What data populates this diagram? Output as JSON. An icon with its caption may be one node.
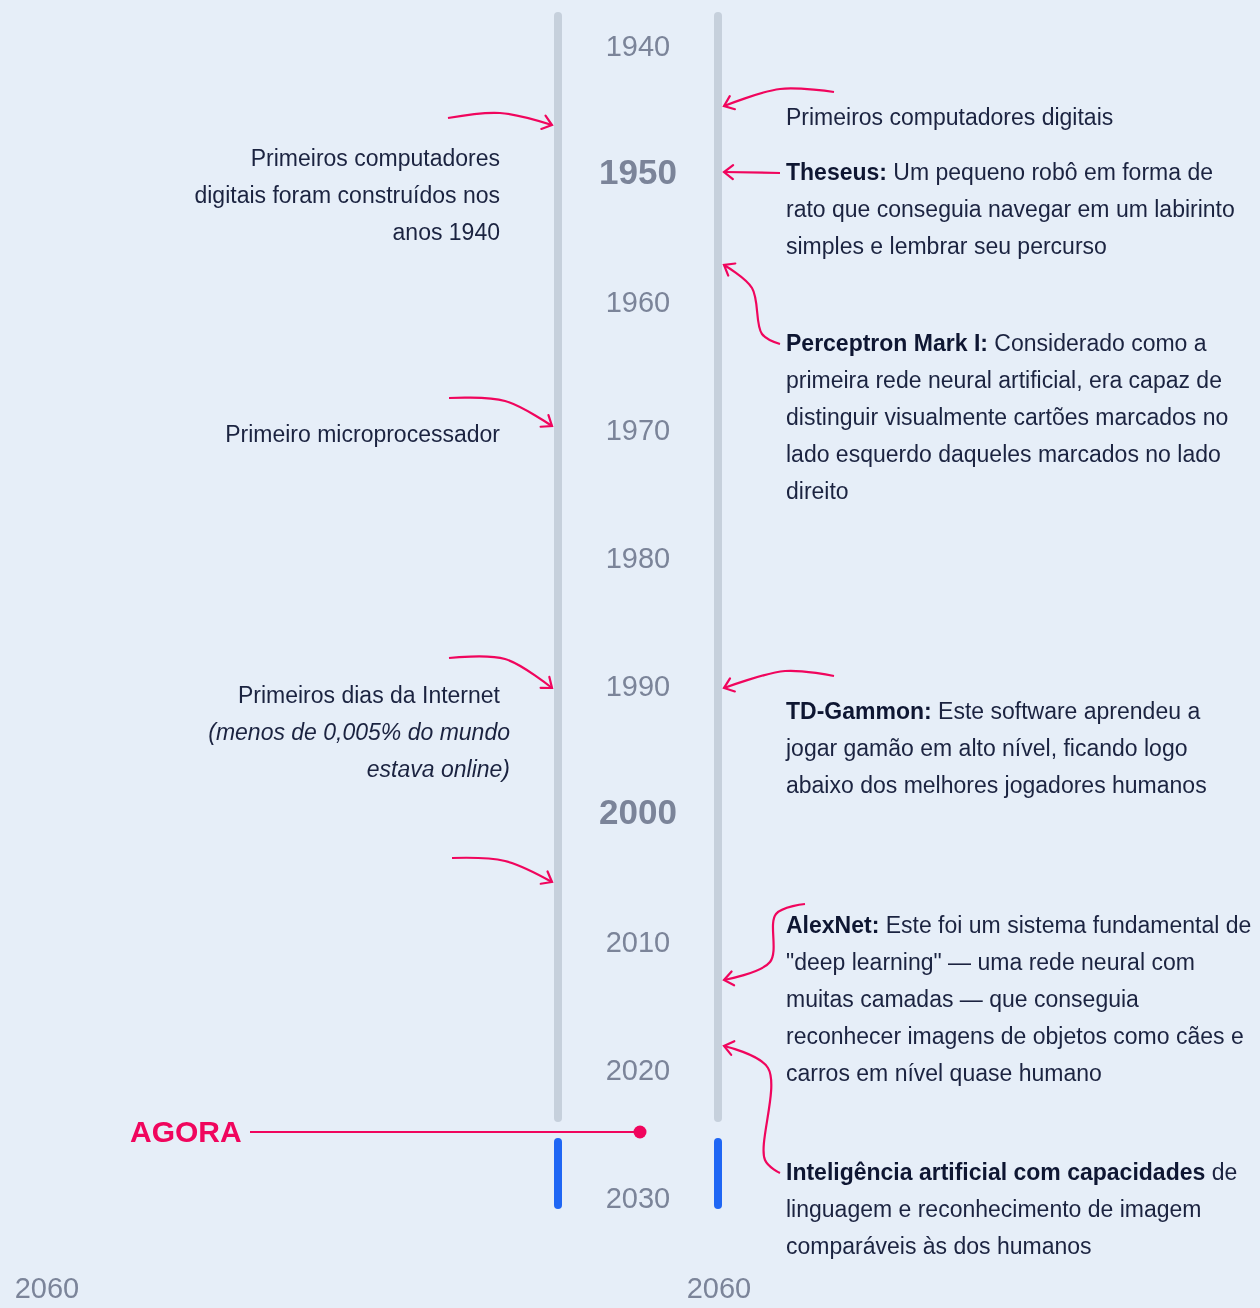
{
  "diagram": {
    "nodes": [
      {
        "text": [],
        "shape": "bar"
      },
      {
        "text": [],
        "shape": "bar"
      },
      {
        "text": [
          "Primeiros computadores digitais foram construídos nos anos 1940"
        ]
      },
      {
        "text": [
          "Primeiro microprocessador"
        ]
      },
      {
        "text": [
          "Primeiros dias da Internet"
        ],
        "beside": [
          "(menos de 0,005% do mundo estava online)"
        ]
      },
      {
        "text": [
          "Primeiros computadores digitais"
        ]
      },
      {
        "text": [
          "**Theseus:** Um pequeno robô em forma de rato que conseguia navegar em um labirinto simples e lembrar seu percurso"
        ]
      },
      {
        "text": [
          "**Perceptron Mark I:** Considerado como a primeira rede neural artificial, era capaz de distinguir visualmente cartões marcados no lado esquerdo daqueles marcados no lado direito"
        ]
      },
      {
        "text": [
          "**TD-Gammon:** Este software aprendeu a jogar gamão em alto nível, ficando logo abaixo dos melhores jogadores humanos"
        ]
      },
      {
        "text": [
          "**AlexNet:** Este foi um sistema fundamental de \"deep learning\" — uma rede neural com muitas camadas — que conseguia reconhecer imagens de objetos como cães e carros em nível quase humano"
        ]
      },
      {
        "text": [
          "**Inteligência artificial com capacidades** de linguagem e reconhecimento de imagem comparáveis às dos humanos"
        ]
      },
      {
        "text": [
          "AGORA"
        ]
      }
    ],
    "edges": [
      {
        "from": 2,
        "to": 0,
        "arrow": "to"
      },
      {
        "from": 3,
        "to": 0,
        "arrow": "to"
      },
      {
        "from": 4,
        "to": 0,
        "arrow": "to"
      },
      {
        "from": null,
        "to": 0,
        "arrow": "to"
      },
      {
        "from": 5,
        "to": 1,
        "arrow": "to"
      },
      {
        "from": 6,
        "to": 1,
        "arrow": "to"
      },
      {
        "from": 7,
        "to": 1,
        "arrow": "to"
      },
      {
        "from": 8,
        "to": 1,
        "arrow": "to"
      },
      {
        "from": 9,
        "to": 1,
        "arrow": "to"
      },
      {
        "from": 10,
        "to": 1,
        "arrow": "to"
      },
      {
        "from": 11,
        "to": null,
        "arrow": "other"
      }
    ],
    "labels": [
      "1940",
      "1950",
      "1960",
      "1970",
      "1980",
      "1990",
      "2000",
      "2010",
      "2020",
      "2030",
      "2060",
      "2060"
    ]
  }
}
